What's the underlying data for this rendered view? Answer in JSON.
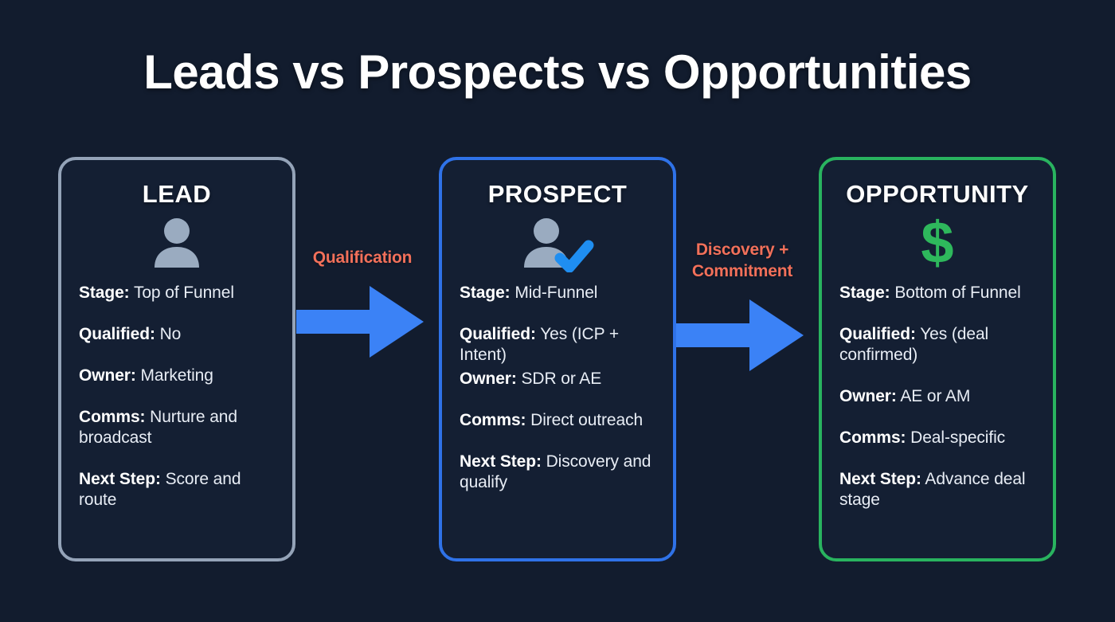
{
  "page": {
    "title": "Leads vs Prospects vs Opportunities",
    "background_color": "#121c2e"
  },
  "cards": [
    {
      "id": "lead",
      "title": "LEAD",
      "icon": "person-icon",
      "accent_color": "#94a3b8",
      "rows": [
        {
          "label": "Stage:",
          "value": " Top of Funnel"
        },
        {
          "label": "Qualified:",
          "value": " No"
        },
        {
          "label": "Owner:",
          "value": " Marketing"
        },
        {
          "label": "Comms:",
          "value": " Nurture and broadcast"
        },
        {
          "label": "Next Step:",
          "value": " Score and route"
        }
      ]
    },
    {
      "id": "prospect",
      "title": "PROSPECT",
      "icon": "person-check-icon",
      "accent_color": "#2f72e8",
      "rows": [
        {
          "label": "Stage:",
          "value": " Mid-Funnel"
        },
        {
          "label": "Qualified:",
          "value": " Yes (ICP + Intent)"
        },
        {
          "label": "Owner:",
          "value": " SDR or AE"
        },
        {
          "label": "Comms:",
          "value": " Direct outreach"
        },
        {
          "label": "Next Step:",
          "value": " Discovery and qualify"
        }
      ]
    },
    {
      "id": "opportunity",
      "title": "OPPORTUNITY",
      "icon": "dollar-sign-icon",
      "accent_color": "#29b35f",
      "rows": [
        {
          "label": "Stage:",
          "value": " Bottom of Funnel"
        },
        {
          "label": "Qualified:",
          "value": " Yes (deal confirmed)"
        },
        {
          "label": "Owner:",
          "value": " AE or AM"
        },
        {
          "label": "Comms:",
          "value": " Deal-specific"
        },
        {
          "label": "Next Step:",
          "value": " Advance deal stage"
        }
      ]
    }
  ],
  "arrows": [
    {
      "id": "lead-to-prospect",
      "label_line1": "Qualification",
      "label_line2": "",
      "label_color": "#f2705a",
      "arrow_color": "#3b82f6"
    },
    {
      "id": "prospect-to-opportunity",
      "label_line1": "Discovery +",
      "label_line2": "Commitment",
      "label_color": "#f2705a",
      "arrow_color": "#3b82f6"
    }
  ]
}
